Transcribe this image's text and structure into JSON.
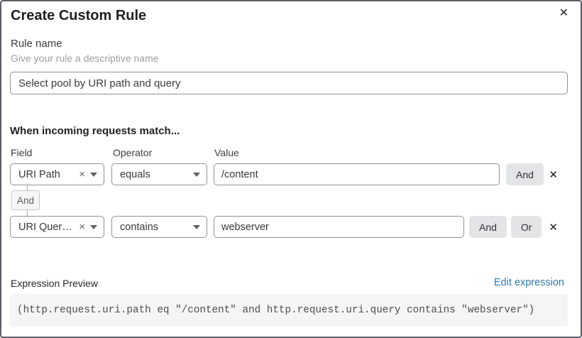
{
  "dialog": {
    "title": "Create Custom Rule"
  },
  "icons": {
    "close": "✕",
    "remove": "✕",
    "clear": "×"
  },
  "rule_name": {
    "label": "Rule name",
    "help": "Give your rule a descriptive name",
    "value": "Select pool by URI path and query"
  },
  "match": {
    "heading": "When incoming requests match...",
    "columns": {
      "field": "Field",
      "operator": "Operator",
      "value": "Value"
    },
    "connector": "And",
    "rows": [
      {
        "field": "URI Path",
        "operator": "equals",
        "value": "/content",
        "and_button": "And"
      },
      {
        "field": "URI Query St...",
        "operator": "contains",
        "value": "webserver",
        "and_button": "And",
        "or_button": "Or"
      }
    ]
  },
  "expression": {
    "label": "Expression Preview",
    "edit_link": "Edit expression",
    "code": "(http.request.uri.path eq \"/content\" and http.request.uri.query contains \"webserver\")"
  },
  "colors": {
    "link": "#2c7cb0",
    "button_bg": "#e3e4e6",
    "control_border": "#8f9194",
    "code_bg": "#f5f5f6"
  }
}
